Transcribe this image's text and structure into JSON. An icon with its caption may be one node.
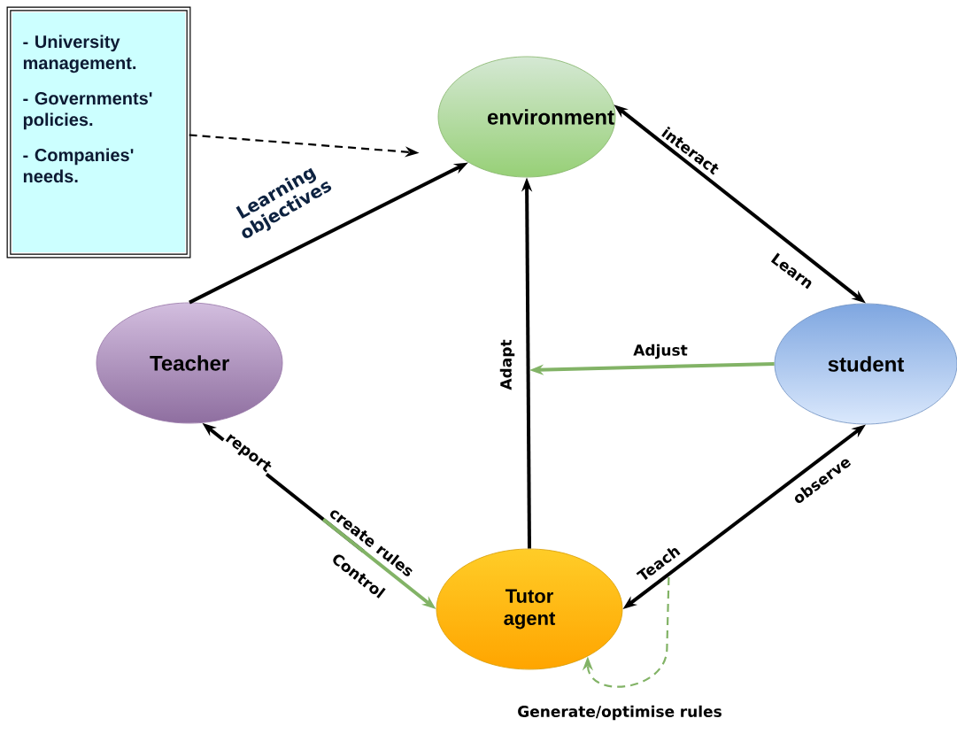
{
  "diagram": {
    "nodes": [
      {
        "text": [
          "- University management.",
          "- Governments' policies.",
          "- Companies' needs."
        ]
      },
      {
        "text": [
          "environment"
        ]
      },
      {
        "text": [
          "Teacher"
        ]
      },
      {
        "text": [
          "student"
        ]
      },
      {
        "text": [
          "Tutor agent"
        ]
      }
    ],
    "edges": [
      {
        "from": 0,
        "to": 1,
        "arrow": "to",
        "style": "dashed"
      },
      {
        "from": 2,
        "to": 1,
        "arrow": "to",
        "label": "Learning objectives"
      },
      {
        "from": 1,
        "to": 3,
        "arrow": "both",
        "label": "interact"
      },
      {
        "from": 4,
        "to": 1,
        "arrow": "to",
        "label": "Adapt"
      },
      {
        "from": 3,
        "to": null,
        "arrow": "to",
        "label": "Adjust",
        "color": "#82b366"
      },
      {
        "from": 4,
        "to": 2,
        "arrow": "both",
        "label": "report"
      },
      {
        "from": 3,
        "to": 4,
        "arrow": "both",
        "label": "observe"
      },
      {
        "from": 4,
        "to": 4,
        "arrow": "to",
        "label": "Generate/optimise rules",
        "style": "dashed",
        "color": "#82b366"
      }
    ],
    "labels": [
      "Learn",
      "create rules",
      "Control",
      "Teach"
    ]
  }
}
